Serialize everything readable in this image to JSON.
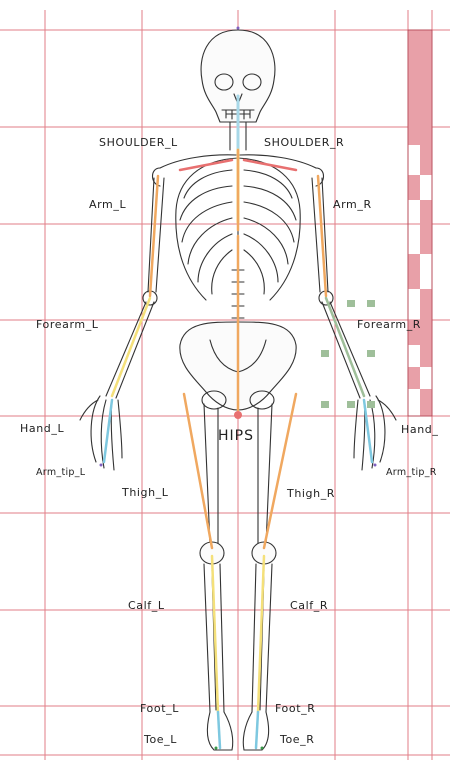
{
  "labels": {
    "shoulder_l": "SHOULDER_L",
    "shoulder_r": "SHOULDER_R",
    "arm_l": "Arm_L",
    "arm_r": "Arm_R",
    "forearm_l": "Forearm_L",
    "forearm_r": "Forearm_R",
    "hand_l": "Hand_L",
    "hand_r": "Hand_",
    "arm_tip_l": "Arm_tip_L",
    "arm_tip_r": "Arm_tip_R",
    "hips": "HIPS",
    "thigh_l": "Thigh_L",
    "thigh_r": "Thigh_R",
    "calf_l": "Calf_L",
    "calf_r": "Calf_R",
    "foot_l": "Foot_L",
    "foot_r": "Foot_R",
    "toe_l": "Toe_L",
    "toe_r": "Toe_R"
  },
  "colors": {
    "grid": "#d9535f",
    "spine": "#a8d8e8",
    "upper_bone": "#f0a860",
    "lower_bone": "#f4e07a",
    "shoulder_bone": "#e87070",
    "hand_bone": "#7ec8e0",
    "green_marker": "#9fbf9a",
    "bar_fill": "#e8a0a8"
  },
  "icons": [
    "skeleton-illustration",
    "bone-overlay",
    "hip-joint-dot",
    "grid-overlay",
    "rig-marker"
  ]
}
